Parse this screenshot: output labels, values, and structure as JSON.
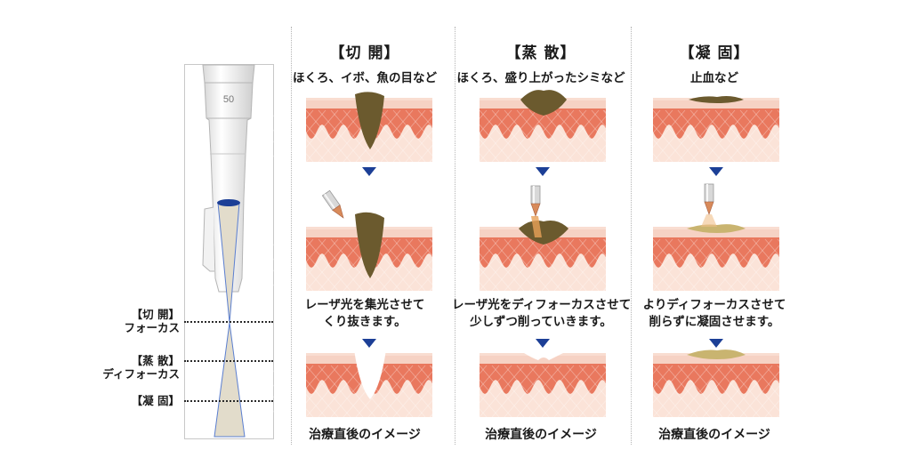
{
  "handpiece": {
    "power_label": "50",
    "focus_levels": [
      {
        "mode": "【切 開】",
        "focus": "フォーカス"
      },
      {
        "mode": "【蒸 散】",
        "focus": "ディフォーカス"
      },
      {
        "mode": "【凝 固】",
        "focus": ""
      }
    ]
  },
  "columns": [
    {
      "title": "【切 開】",
      "subtitle": "ほくろ、イボ、魚の目など",
      "step_lines": [
        "レーザ光を集光させて",
        "くり抜きます。"
      ],
      "after_label": "治療直後のイメージ"
    },
    {
      "title": "【蒸 散】",
      "subtitle": "ほくろ、盛り上がったシミなど",
      "step_lines": [
        "レーザ光をディフォーカスさせて",
        "少しずつ削っていきます。"
      ],
      "after_label": "治療直後のイメージ"
    },
    {
      "title": "【凝 固】",
      "subtitle": "止血など",
      "step_lines": [
        "よりディフォーカスさせて",
        "削らずに凝固させます。"
      ],
      "after_label": "治療直後のイメージ"
    }
  ],
  "colors": {
    "skin_top": "#f6d2c4",
    "dermis": "#e9785e",
    "deep": "#fbe3d8",
    "lesion": "#6b5a2e",
    "coag": "#c9b470",
    "arrow": "#1c3f96",
    "beam": "#e2dccb",
    "beam_edge": "#5b7fd0"
  }
}
